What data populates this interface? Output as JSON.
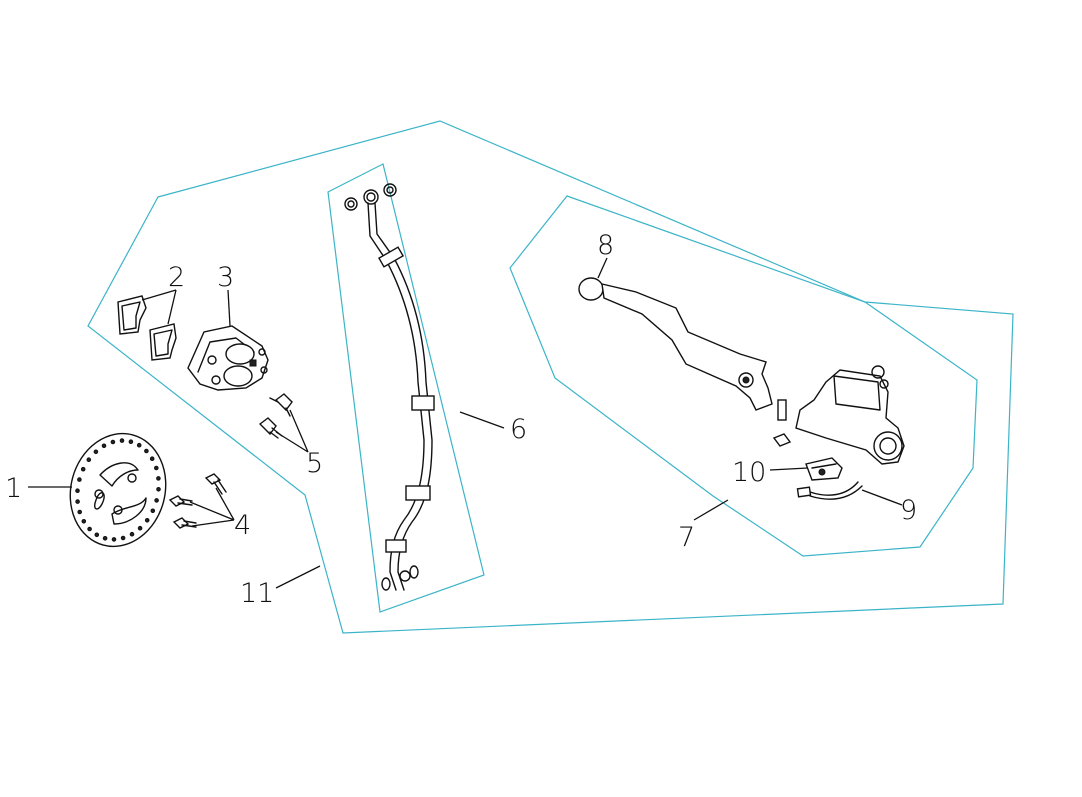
{
  "colors": {
    "background": "#ffffff",
    "assembly_outline": "#3cb4c8",
    "linework": "#111111"
  },
  "callouts": [
    {
      "id": "1",
      "label": "1"
    },
    {
      "id": "2",
      "label": "2"
    },
    {
      "id": "3",
      "label": "3"
    },
    {
      "id": "4",
      "label": "4"
    },
    {
      "id": "5",
      "label": "5"
    },
    {
      "id": "6",
      "label": "6"
    },
    {
      "id": "7",
      "label": "7"
    },
    {
      "id": "8",
      "label": "8"
    },
    {
      "id": "9",
      "label": "9"
    },
    {
      "id": "10",
      "label": "10"
    },
    {
      "id": "11",
      "label": "11"
    }
  ]
}
